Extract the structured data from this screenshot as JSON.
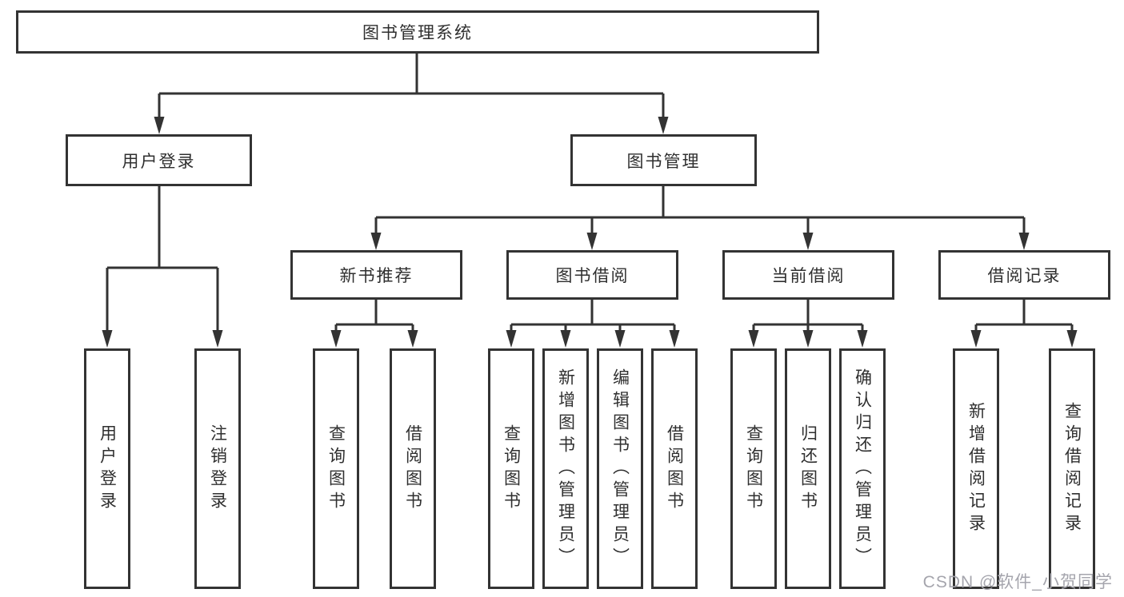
{
  "diagram_title": "图书管理系统",
  "tree": {
    "root": {
      "label": "图书管理系统"
    },
    "branches": [
      {
        "label": "用户登录",
        "children": [
          {
            "label": "用户登录"
          },
          {
            "label": "注销登录"
          }
        ]
      },
      {
        "label": "图书管理",
        "children": [
          {
            "label": "新书推荐",
            "children": [
              {
                "label": "查询图书"
              },
              {
                "label": "借阅图书"
              }
            ]
          },
          {
            "label": "图书借阅",
            "children": [
              {
                "label": "查询图书"
              },
              {
                "label": "新增图书（管理员）"
              },
              {
                "label": "编辑图书（管理员）"
              },
              {
                "label": "借阅图书"
              }
            ]
          },
          {
            "label": "当前借阅",
            "children": [
              {
                "label": "查询图书"
              },
              {
                "label": "归还图书"
              },
              {
                "label": "确认归还（管理员）"
              }
            ]
          },
          {
            "label": "借阅记录",
            "children": [
              {
                "label": "新增借阅记录"
              },
              {
                "label": "查询借阅记录"
              }
            ]
          }
        ]
      }
    ]
  },
  "watermark": {
    "text": "CSDN @软件_小贺同学"
  },
  "colors": {
    "line": "#333333",
    "box_border": "#333333",
    "text": "#2f2f2f",
    "watermark": "#a5a5ad",
    "background": "#ffffff"
  }
}
